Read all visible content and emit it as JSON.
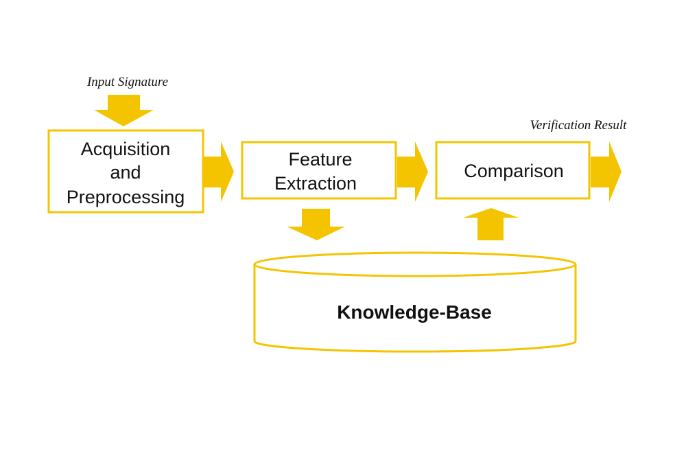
{
  "colors": {
    "accent": "#F5C400",
    "border": "#F5C400",
    "text": "#111111",
    "background": "#FFFFFF"
  },
  "labels": {
    "input": "Input Signature",
    "output": "Verification Result",
    "knowledge_base": "Knowledge-Base"
  },
  "boxes": {
    "acquisition": {
      "lines": [
        "Acquisition",
        "and",
        "Preprocessing"
      ]
    },
    "feature": {
      "lines": [
        "Feature",
        "Extraction"
      ]
    },
    "comparison": {
      "lines": [
        "Comparison"
      ]
    }
  }
}
